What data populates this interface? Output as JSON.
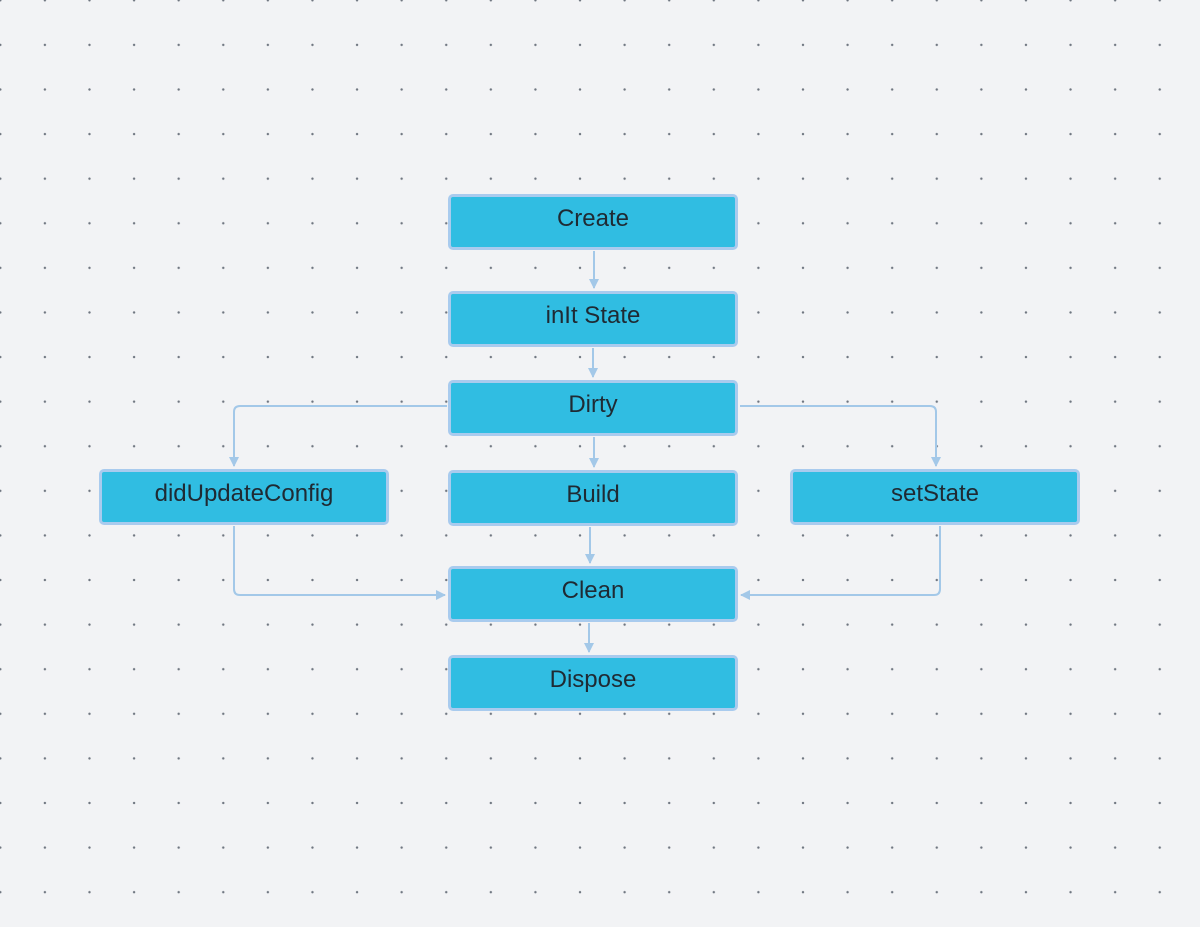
{
  "diagram": {
    "nodes": {
      "create": "Create",
      "init_state": "inIt State",
      "dirty": "Dirty",
      "did_update_config": "didUpdateConfig",
      "build": "Build",
      "set_state": "setState",
      "clean": "Clean",
      "dispose": "Dispose"
    },
    "edges": [
      {
        "from": "create",
        "to": "init_state"
      },
      {
        "from": "init_state",
        "to": "dirty"
      },
      {
        "from": "dirty",
        "to": "did_update_config"
      },
      {
        "from": "dirty",
        "to": "build"
      },
      {
        "from": "dirty",
        "to": "set_state"
      },
      {
        "from": "did_update_config",
        "to": "clean"
      },
      {
        "from": "build",
        "to": "clean"
      },
      {
        "from": "set_state",
        "to": "clean"
      },
      {
        "from": "clean",
        "to": "dispose"
      }
    ]
  },
  "colors": {
    "canvas_background": "#f2f3f5",
    "grid_dot": "#6f7680",
    "node_fill": "#30bde2",
    "node_border": "#a9cbee",
    "node_text": "#1f2a33",
    "connector": "#a3c8e8"
  }
}
